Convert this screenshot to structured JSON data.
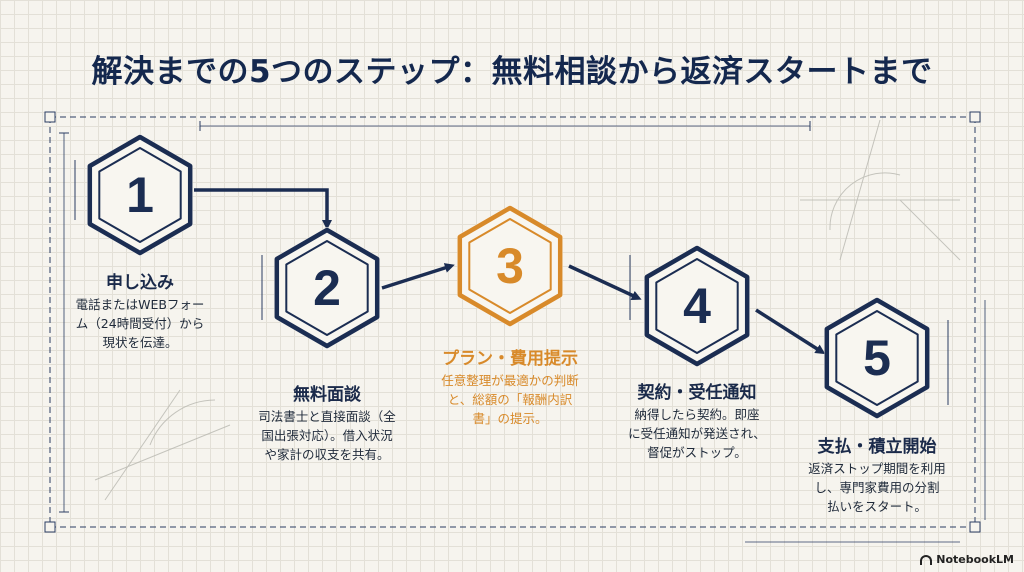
{
  "title": "解決までの5つのステップ：無料相談から返済スタートまで",
  "steps": [
    {
      "number": "1",
      "heading": "申し込み",
      "lines": [
        "電話またはWEBフォー",
        "ム（24時間受付）から",
        "現状を伝達。"
      ]
    },
    {
      "number": "2",
      "heading": "無料面談",
      "lines": [
        "司法書士と直接面談（全",
        "国出張対応）。借入状況",
        "や家計の収支を共有。"
      ]
    },
    {
      "number": "3",
      "heading": "プラン・費用提示",
      "lines": [
        "任意整理が最適かの判断",
        "と、総額の「報酬内訳",
        "書」の提示。"
      ]
    },
    {
      "number": "4",
      "heading": "契約・受任通知",
      "lines": [
        "納得したら契約。即座",
        "に受任通知が発送され、",
        "督促がストップ。"
      ]
    },
    {
      "number": "5",
      "heading": "支払・積立開始",
      "lines": [
        "返済ストップ期間を利用",
        "し、専門家費用の分割",
        "払いをスタート。"
      ]
    }
  ],
  "colors": {
    "navy": "#1b2d52",
    "highlight": "#d88a2a"
  },
  "footer": {
    "logo_text": "NotebookLM",
    "logo_icon": "notebooklm-logo-icon"
  }
}
